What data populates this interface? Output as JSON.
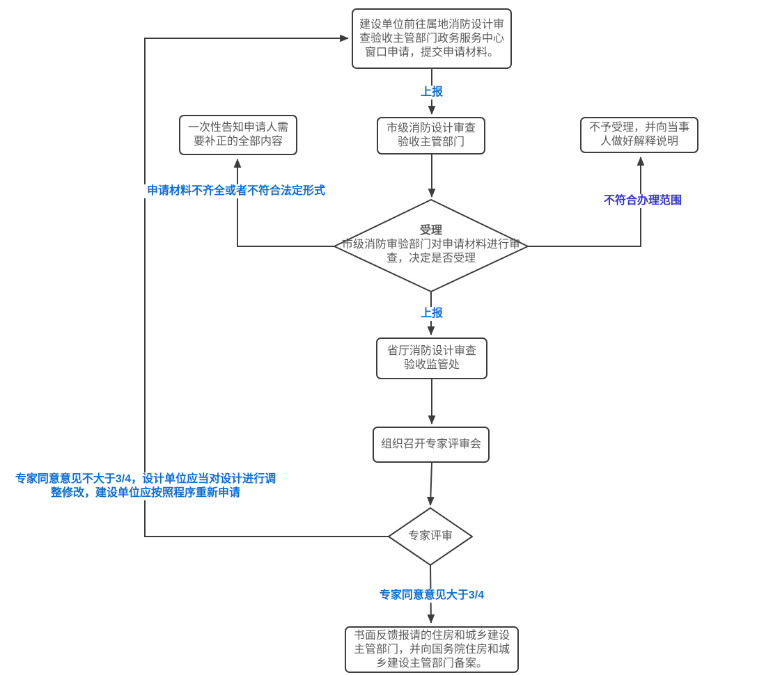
{
  "nodes": {
    "start": {
      "text": "建设单位前往属地消防设计审查验收主管部门政务服务中心窗口申请，提交申请材料。"
    },
    "notify": {
      "text": "一次性告知申请人需要补正的全部内容"
    },
    "municipal": {
      "text": "市级消防设计审查验收主管部门"
    },
    "reject": {
      "text": "不予受理，并向当事人做好解释说明"
    },
    "accept": {
      "title": "受理",
      "text": "市级消防审验部门对申请材料进行审查，决定是否受理"
    },
    "provincial": {
      "text": "省厅消防设计审查验收监管处"
    },
    "meeting": {
      "text": "组织召开专家评审会"
    },
    "expert": {
      "text": "专家评审"
    },
    "final": {
      "text": "书面反馈报请的住房和城乡建设主管部门，并向国务院住房和城乡建设主管部门备案。"
    }
  },
  "edge_labels": {
    "report_up_1": "上报",
    "materials_incomplete": "申请材料不齐全或者不符合法定形式",
    "out_of_scope": "不符合办理范围",
    "report_up_2": "上报",
    "not_approved": "专家同意意见不大于3/4，设计单位应当对设计进行调整修改，建设单位应按照程序重新申请",
    "approved": "专家同意意见大于3/4"
  },
  "colors": {
    "connector": "#3d3d3d",
    "node_border": "#3d3d3d",
    "node_fill": "#ffffff",
    "node_text": "#595959",
    "label_blue": "#0e6fd2",
    "label_indigo": "#3333cf"
  }
}
